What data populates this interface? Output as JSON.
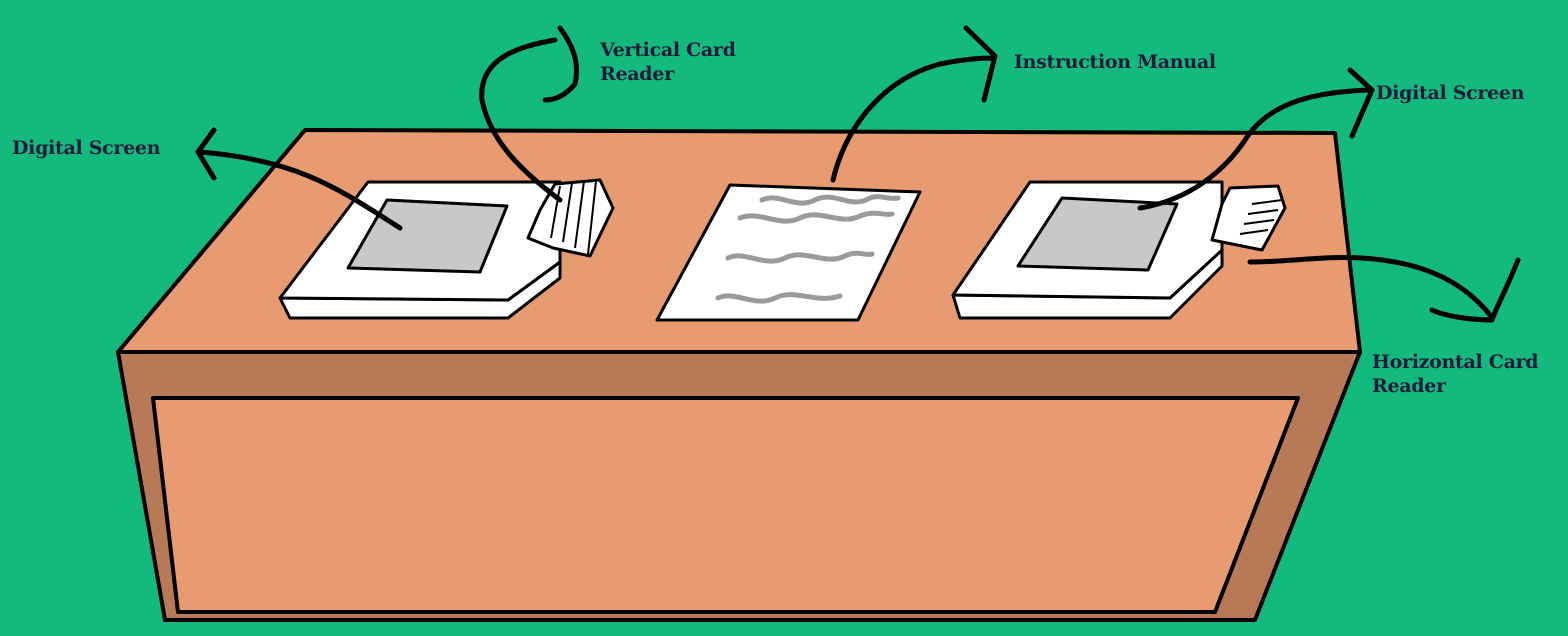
{
  "colors": {
    "background": "#14b97e",
    "table_top": "#e89a70",
    "table_front": "#b87a56",
    "panel": "#e89a70",
    "outline": "#000000",
    "device_body": "#ffffff",
    "screen": "#c8c8c8",
    "scribble": "#9a9a9a",
    "label_text": "#1c1c3a"
  },
  "labels": {
    "digital_screen_left": "Digital Screen",
    "vertical_card_reader_line1": "Vertical Card",
    "vertical_card_reader_line2": "Reader",
    "instruction_manual": "Instruction Manual",
    "digital_screen_right": "Digital Screen",
    "horizontal_card_reader_line1": "Horizontal Card",
    "horizontal_card_reader_line2": "Reader"
  }
}
